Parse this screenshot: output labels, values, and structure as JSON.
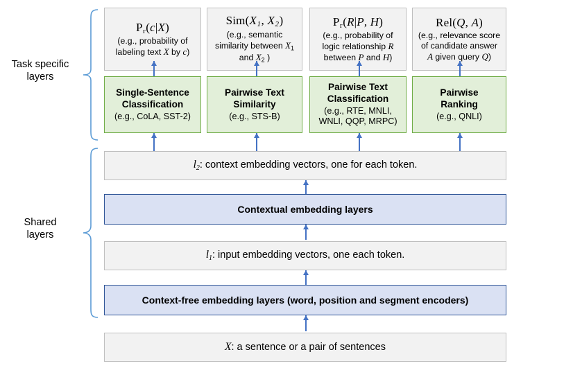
{
  "diagram": {
    "title": "Shared and task specific layers of an NLP model",
    "groups": [
      {
        "label": "Task specific\nlayers",
        "name": "task-specific-layers"
      },
      {
        "label": "Shared\nlayers",
        "name": "shared-layers"
      }
    ],
    "outputs": [
      {
        "formula_plain": "Pr(c|X)",
        "desc_plain": "(e.g., probability of labeling text X by c)"
      },
      {
        "formula_plain": "Sim(X1, X2)",
        "desc_plain": "(e.g., semantic similarity between X1 and X2 )"
      },
      {
        "formula_plain": "Pr(R|P, H)",
        "desc_plain": "(e.g., probability of logic relationship R between P and H)"
      },
      {
        "formula_plain": "Rel(Q, A)",
        "desc_plain": "(e.g., relevance score of candidate answer A given query Q)"
      }
    ],
    "tasks": [
      {
        "title_line1": "Single-Sentence",
        "title_line2": "Classification",
        "examples": "(e.g., CoLA, SST-2)"
      },
      {
        "title_line1": "Pairwise Text",
        "title_line2": "Similarity",
        "examples": "(e.g., STS-B)"
      },
      {
        "title_line1": "Pairwise Text",
        "title_line2": "Classification",
        "examples_line1": "(e.g., RTE, MNLI,",
        "examples_line2": "WNLI, QQP, MRPC)"
      },
      {
        "title_line1": "Pairwise",
        "title_line2": "Ranking",
        "examples": "(e.g., QNLI)"
      }
    ],
    "shared": {
      "l2_label": "l2",
      "l2_text": ": context embedding vectors, one for each token.",
      "contextual_layer": "Contextual embedding layers",
      "l1_label": "l1",
      "l1_text": ": input embedding vectors, one each token.",
      "contextfree_layer": "Context-free embedding layers (word, position and segment encoders)",
      "input_label": "X",
      "input_text": ": a sentence or a pair of sentences"
    },
    "colors": {
      "gray_fill": "#F2F2F2",
      "gray_border": "#BFBFBF",
      "green_fill": "#E2EFD9",
      "green_border": "#70AD47",
      "blue_fill": "#DAE1F3",
      "blue_border": "#2F5597",
      "arrow": "#4472C4",
      "brace": "#5B9BD5"
    }
  }
}
